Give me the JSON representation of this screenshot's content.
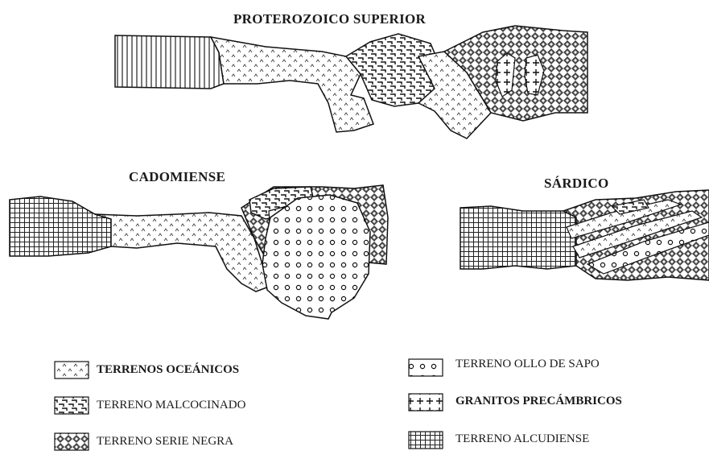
{
  "titles": {
    "top": "PROTEROZOICO SUPERIOR",
    "left": "CADOMIENSE",
    "right": "SÁRDICO"
  },
  "legend": [
    {
      "label": "TERRENOS OCEÁNICOS",
      "pattern": "oceanic",
      "bold": true
    },
    {
      "label": "TERRENO MALCOCINADO",
      "pattern": "malcocinado",
      "bold": false
    },
    {
      "label": "TERRENO SERIE NEGRA",
      "pattern": "serie-negra",
      "bold": false
    },
    {
      "label": "TERRENO OLLO DE SAPO",
      "pattern": "ollo",
      "bold": false
    },
    {
      "label": "GRANITOS PRECÁMBRICOS",
      "pattern": "granitos",
      "bold": true
    },
    {
      "label": "TERRENO ALCUDIENSE",
      "pattern": "alcudiense",
      "bold": false
    }
  ]
}
